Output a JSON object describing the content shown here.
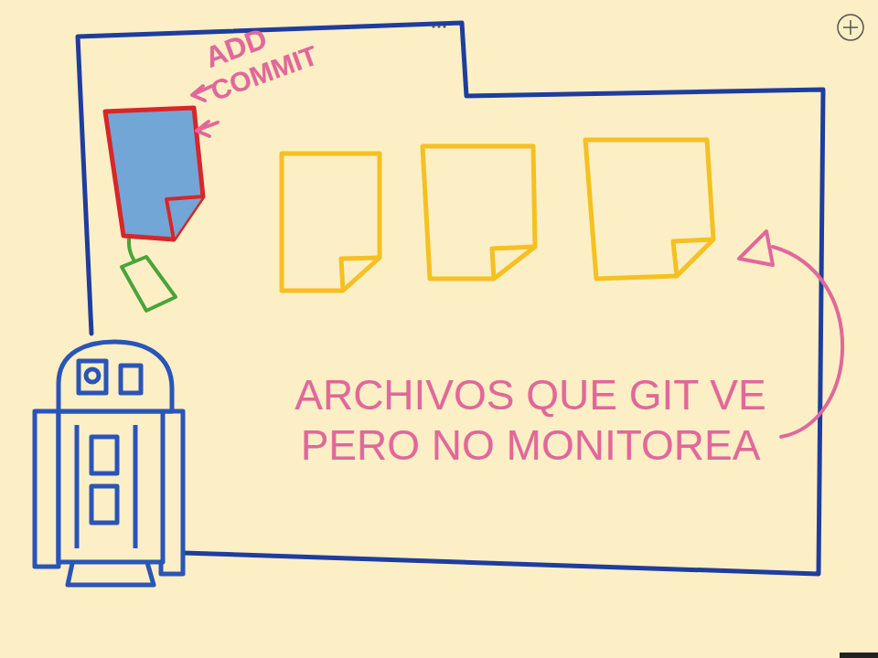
{
  "diagram": {
    "labels": [
      "ADD",
      "COMMIT",
      "ARCHIVOS QUE GIT VE PERO NO MONITOREA"
    ]
  }
}
